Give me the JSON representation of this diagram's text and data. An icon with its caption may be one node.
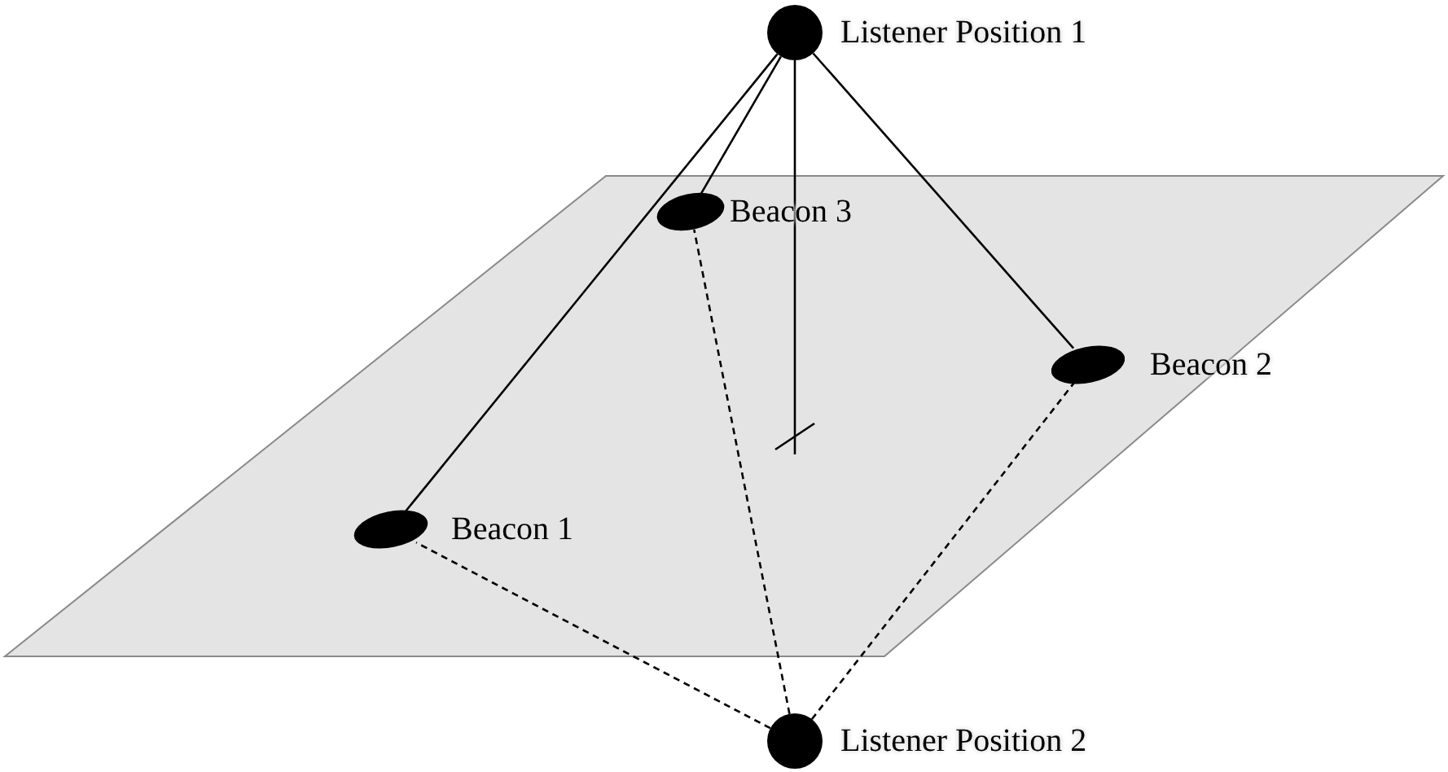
{
  "diagram": {
    "nodes": [
      {
        "text": [],
        "shape": "circle",
        "beside": [
          "Listener Position 1"
        ]
      },
      {
        "text": [],
        "shape": "parallelogram"
      },
      {
        "text": [],
        "shape": "ellipse",
        "beside": [
          "Beacon 3"
        ],
        "in": 1
      },
      {
        "text": [],
        "shape": "ellipse",
        "beside": [
          "Beacon 2"
        ],
        "in": 1
      },
      {
        "text": [],
        "shape": "cross",
        "in": 1
      },
      {
        "text": [],
        "shape": "ellipse",
        "beside": [
          "Beacon 1"
        ],
        "in": 1
      },
      {
        "text": [],
        "shape": "circle",
        "beside": [
          "Listener Position 2"
        ]
      }
    ],
    "edges": [
      {
        "from": 0,
        "to": 5,
        "arrow": "none"
      },
      {
        "from": 0,
        "to": 2,
        "arrow": "none"
      },
      {
        "from": 0,
        "to": 4,
        "arrow": "none"
      },
      {
        "from": 0,
        "to": 3,
        "arrow": "none"
      },
      {
        "from": 6,
        "to": 5,
        "arrow": "none",
        "style": "dashed"
      },
      {
        "from": 6,
        "to": 2,
        "arrow": "none",
        "style": "dashed"
      },
      {
        "from": 6,
        "to": 3,
        "arrow": "none",
        "style": "dashed"
      }
    ]
  }
}
